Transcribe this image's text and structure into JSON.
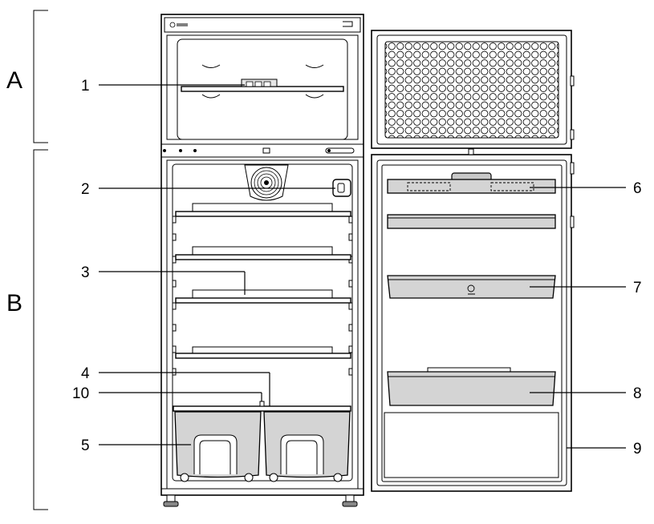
{
  "sections": [
    {
      "id": "A",
      "text": "A"
    },
    {
      "id": "B",
      "text": "B"
    }
  ],
  "callouts": [
    {
      "text": "1"
    },
    {
      "text": "2"
    },
    {
      "text": "3"
    },
    {
      "text": "4"
    },
    {
      "text": "10"
    },
    {
      "text": "5"
    },
    {
      "text": "6"
    },
    {
      "text": "7"
    },
    {
      "text": "8"
    },
    {
      "text": "9"
    }
  ]
}
